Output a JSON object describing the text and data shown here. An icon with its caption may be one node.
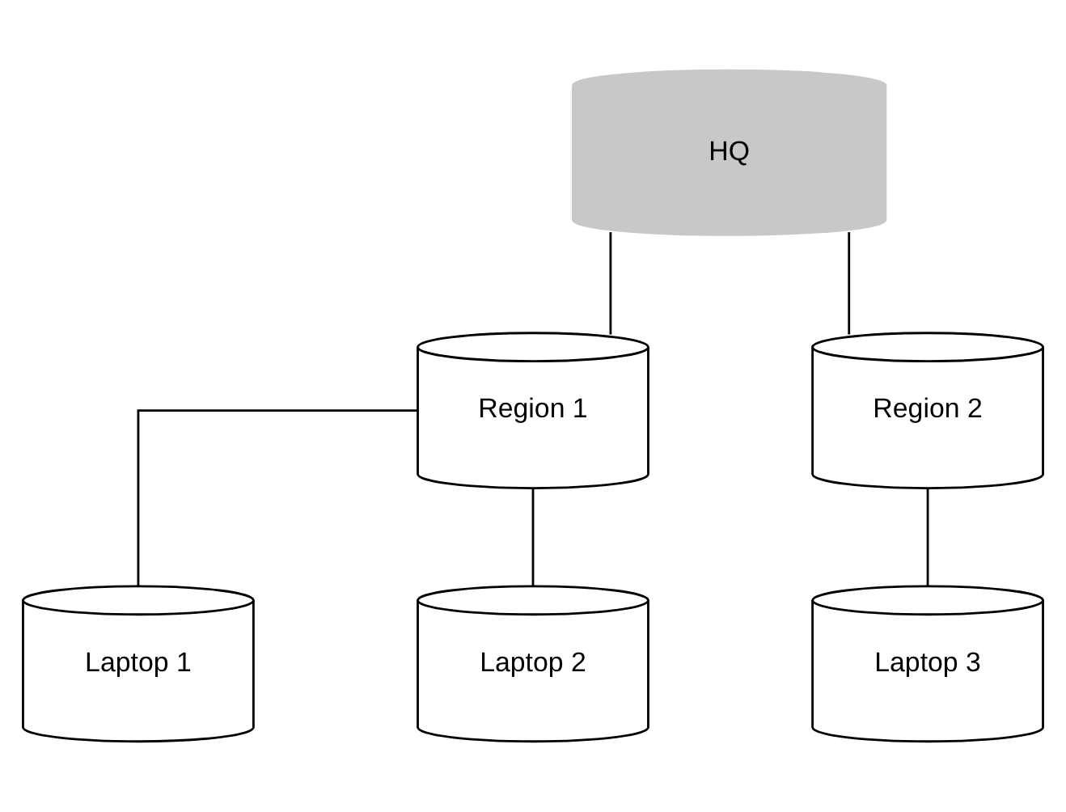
{
  "diagram": {
    "nodes": [
      {
        "text": [
          "HQ"
        ]
      },
      {
        "text": [
          "Region 1"
        ]
      },
      {
        "text": [
          "Region 2"
        ]
      },
      {
        "text": [
          "Laptop 1"
        ]
      },
      {
        "text": [
          "Laptop 2"
        ]
      },
      {
        "text": [
          "Laptop 3"
        ]
      }
    ],
    "edges": [
      {
        "from": 0,
        "to": 1,
        "arrow": "none"
      },
      {
        "from": 0,
        "to": 2,
        "arrow": "none"
      },
      {
        "from": 1,
        "to": 3,
        "arrow": "none"
      },
      {
        "from": 1,
        "to": 4,
        "arrow": "none"
      },
      {
        "from": 2,
        "to": 5,
        "arrow": "none"
      }
    ]
  }
}
